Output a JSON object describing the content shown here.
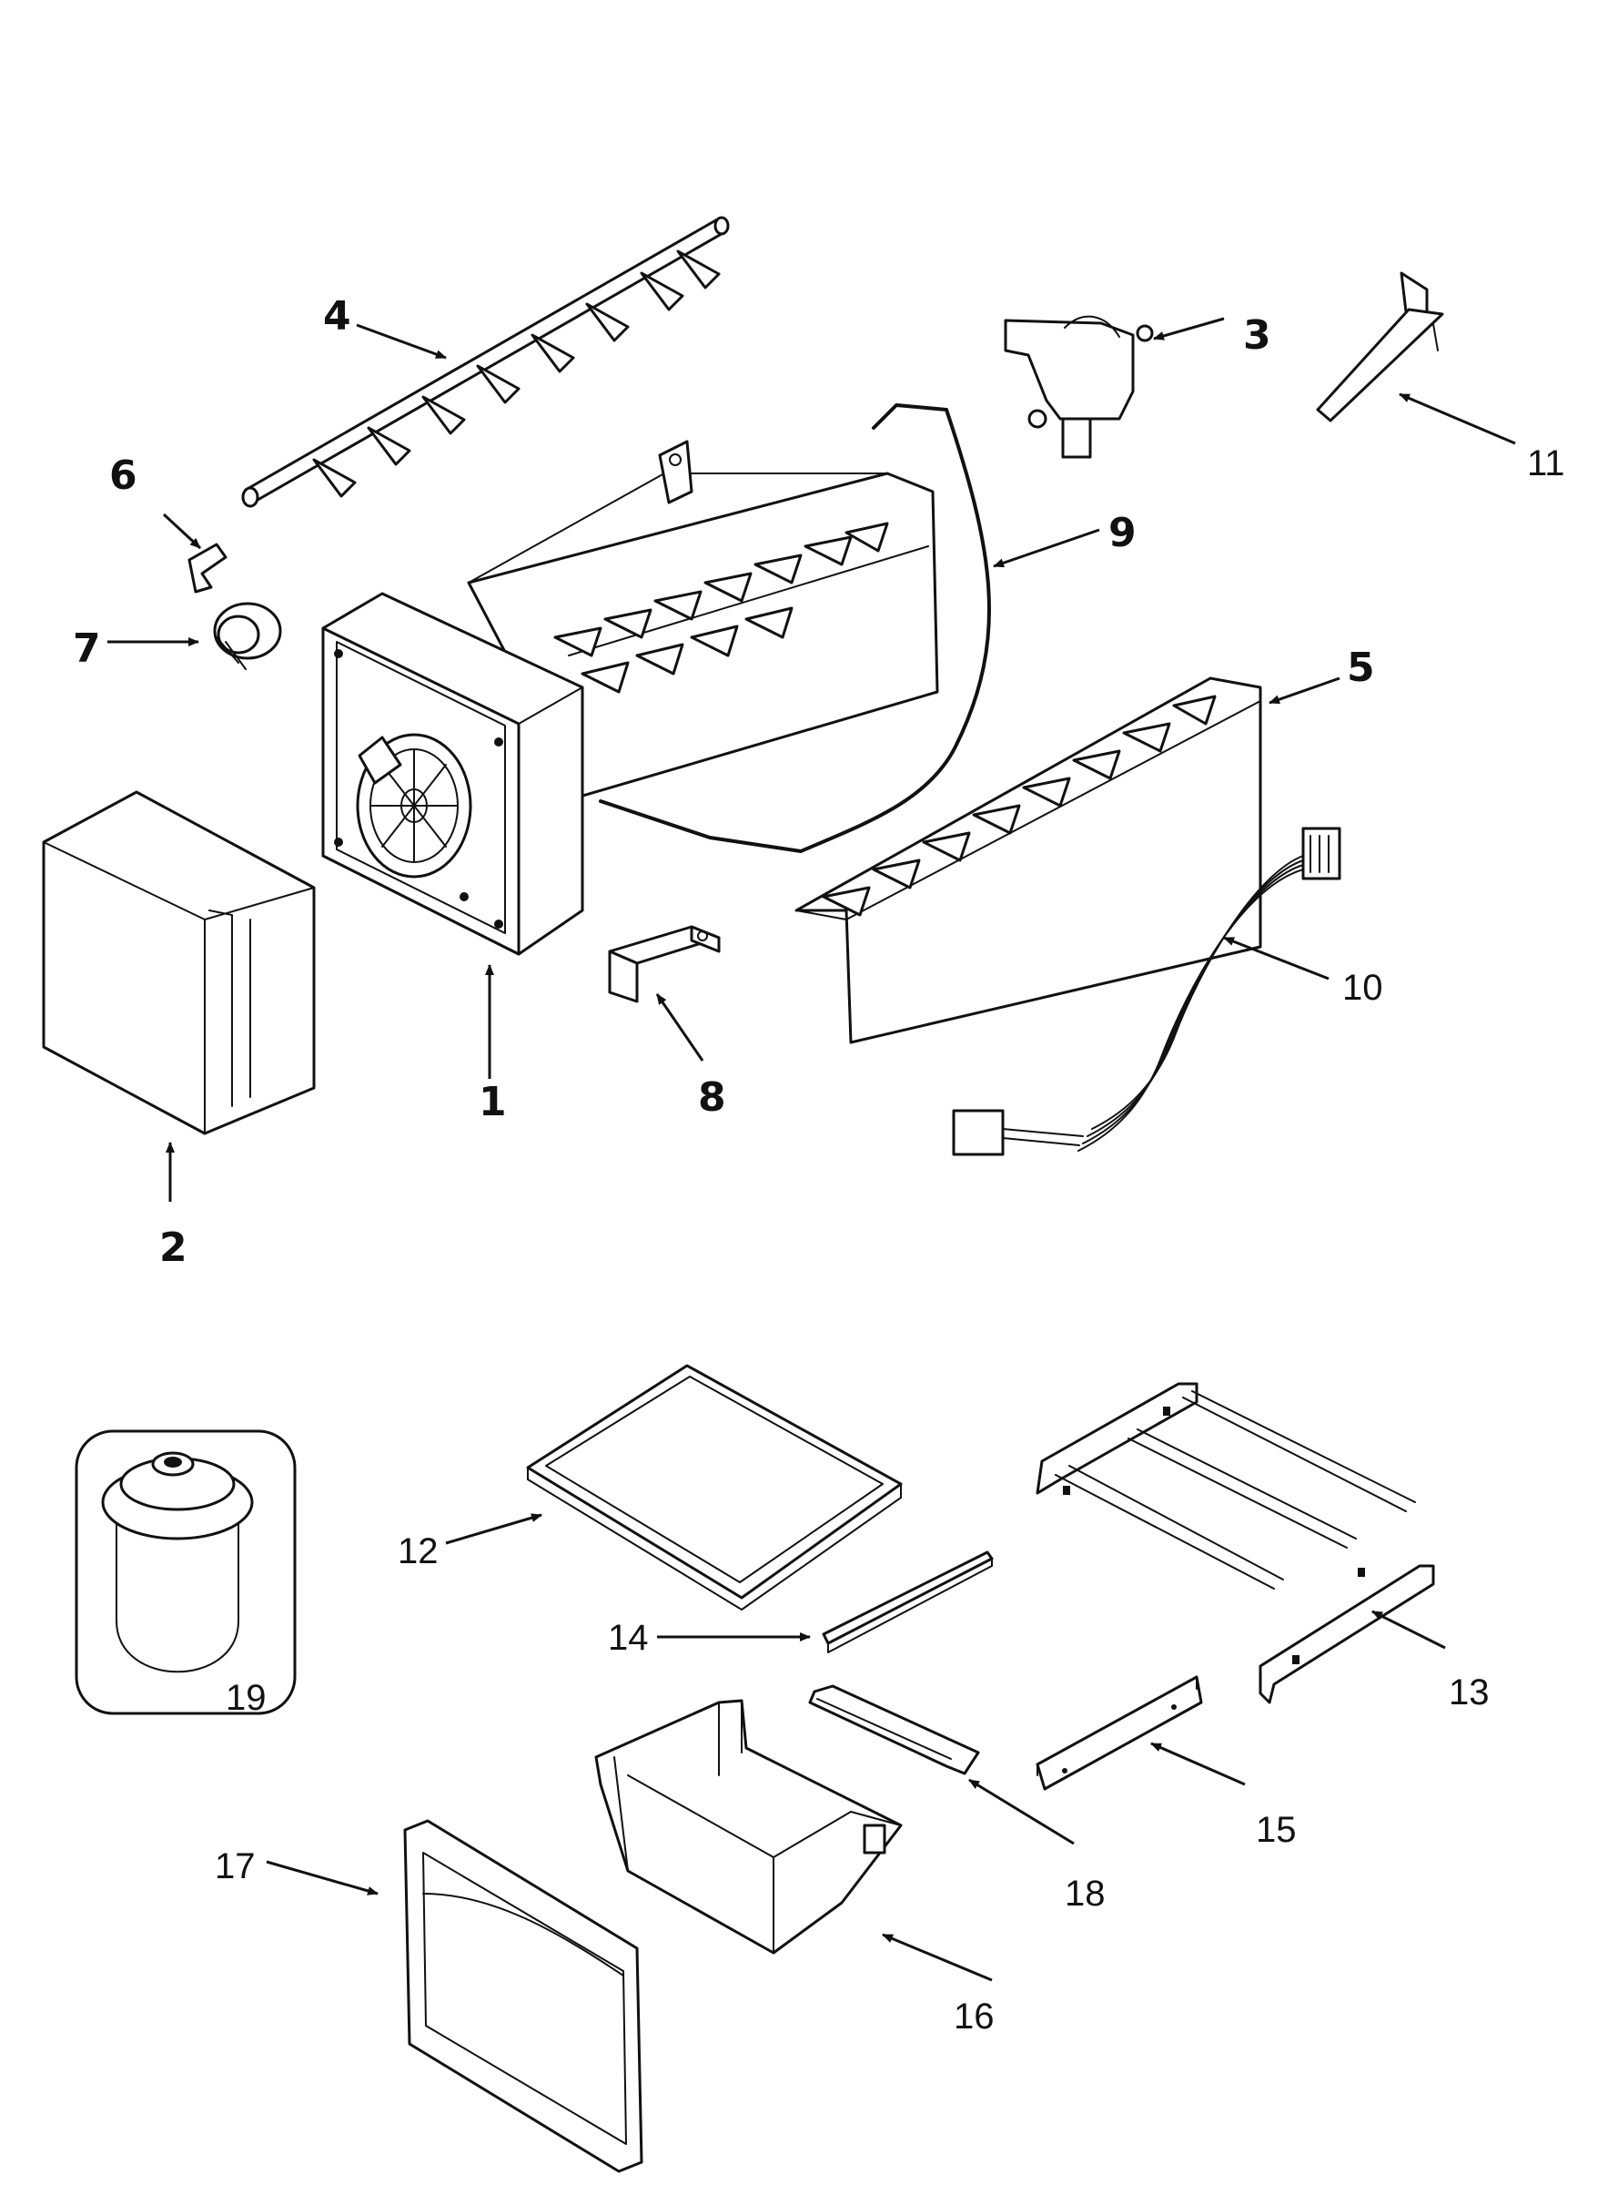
{
  "callouts": {
    "p1": "1",
    "p2": "2",
    "p3": "3",
    "p4": "4",
    "p5": "5",
    "p6": "6",
    "p7": "7",
    "p8": "8",
    "p9": "9",
    "p10": "10",
    "p11": "11",
    "p12": "12",
    "p13": "13",
    "p14": "14",
    "p15": "15",
    "p16": "16",
    "p17": "17",
    "p18": "18",
    "p19": "19"
  },
  "colors": {
    "line": "#111111",
    "background": "#ffffff"
  }
}
